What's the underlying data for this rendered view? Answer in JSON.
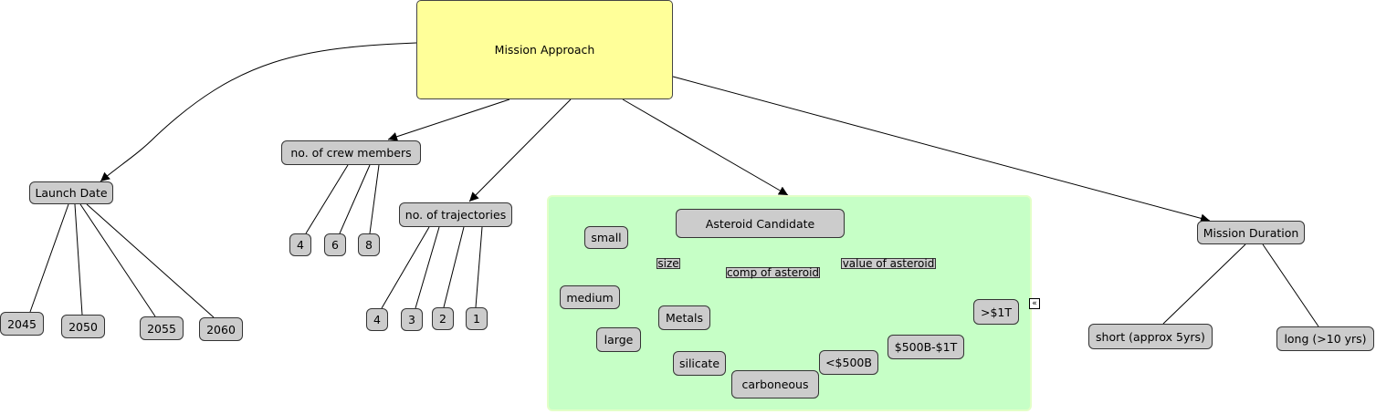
{
  "concept_map": {
    "root": "Mission Approach",
    "launch_date": {
      "label": "Launch Date",
      "options": [
        "2045",
        "2050",
        "2055",
        "2060"
      ]
    },
    "crew": {
      "label": "no. of crew members",
      "options": [
        "4",
        "6",
        "8"
      ]
    },
    "trajectories": {
      "label": "no. of trajectories",
      "options": [
        "4",
        "3",
        "2",
        "1"
      ]
    },
    "asteroid": {
      "label": "Asteroid Candidate",
      "size": {
        "label": "size",
        "options": [
          "small",
          "medium",
          "large"
        ]
      },
      "composition": {
        "label": "comp of asteroid",
        "options": [
          "Metals",
          "silicate",
          "carboneous"
        ]
      },
      "value": {
        "label": "value of asteroid",
        "options": [
          "<$500B",
          "$500B-$1T",
          ">$1T"
        ]
      }
    },
    "duration": {
      "label": "Mission Duration",
      "options": [
        "short (approx 5yrs)",
        "long (>10 yrs)"
      ]
    },
    "collapse_icon": "double-chevron-left-icon",
    "colors": {
      "root_fill": "#ffff99",
      "node_fill": "#cccccc",
      "group_fill": "#c6ffc6",
      "edge": "#000000"
    }
  }
}
